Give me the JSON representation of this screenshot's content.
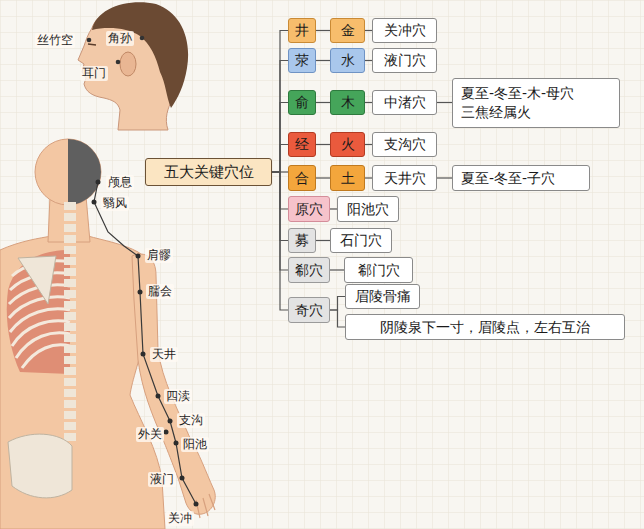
{
  "diagram": {
    "nodes": [
      {
        "text": [
          "五大关键穴位"
        ]
      },
      {
        "text": [
          "井"
        ]
      },
      {
        "text": [
          "金"
        ]
      },
      {
        "text": [
          "关冲穴"
        ]
      },
      {
        "text": [
          "荥"
        ]
      },
      {
        "text": [
          "水"
        ]
      },
      {
        "text": [
          "液门穴"
        ]
      },
      {
        "text": [
          "俞"
        ]
      },
      {
        "text": [
          "木"
        ]
      },
      {
        "text": [
          "中渚穴"
        ]
      },
      {
        "text": [
          "夏至-冬至-木-母穴",
          "三焦经属火"
        ]
      },
      {
        "text": [
          "经"
        ]
      },
      {
        "text": [
          "火"
        ]
      },
      {
        "text": [
          "支沟穴"
        ]
      },
      {
        "text": [
          "合"
        ]
      },
      {
        "text": [
          "土"
        ]
      },
      {
        "text": [
          "天井穴"
        ]
      },
      {
        "text": [
          "夏至-冬至-子穴"
        ]
      },
      {
        "text": [
          "原穴"
        ]
      },
      {
        "text": [
          "阳池穴"
        ]
      },
      {
        "text": [
          "募"
        ]
      },
      {
        "text": [
          "石门穴"
        ]
      },
      {
        "text": [
          "郗穴"
        ]
      },
      {
        "text": [
          "郗门穴"
        ]
      },
      {
        "text": [
          "奇穴"
        ]
      },
      {
        "text": [
          "眉陵骨痛"
        ]
      },
      {
        "text": [
          "阴陵泉下一寸，眉陵点，左右互治"
        ]
      }
    ],
    "edges": [
      {
        "from": 0,
        "to": 1,
        "arrow": "none"
      },
      {
        "from": 0,
        "to": 4,
        "arrow": "none"
      },
      {
        "from": 0,
        "to": 7,
        "arrow": "none"
      },
      {
        "from": 0,
        "to": 11,
        "arrow": "none"
      },
      {
        "from": 0,
        "to": 14,
        "arrow": "none"
      },
      {
        "from": 0,
        "to": 18,
        "arrow": "none"
      },
      {
        "from": 0,
        "to": 20,
        "arrow": "none"
      },
      {
        "from": 0,
        "to": 22,
        "arrow": "none"
      },
      {
        "from": 0,
        "to": 24,
        "arrow": "none"
      },
      {
        "from": 1,
        "to": 2,
        "arrow": "none"
      },
      {
        "from": 2,
        "to": 3,
        "arrow": "none"
      },
      {
        "from": 4,
        "to": 5,
        "arrow": "none"
      },
      {
        "from": 5,
        "to": 6,
        "arrow": "none"
      },
      {
        "from": 7,
        "to": 8,
        "arrow": "none"
      },
      {
        "from": 8,
        "to": 9,
        "arrow": "none"
      },
      {
        "from": 9,
        "to": 10,
        "arrow": "none"
      },
      {
        "from": 11,
        "to": 12,
        "arrow": "none"
      },
      {
        "from": 12,
        "to": 13,
        "arrow": "none"
      },
      {
        "from": 14,
        "to": 15,
        "arrow": "none"
      },
      {
        "from": 15,
        "to": 16,
        "arrow": "none"
      },
      {
        "from": 16,
        "to": 17,
        "arrow": "none"
      },
      {
        "from": 18,
        "to": 19,
        "arrow": "none"
      },
      {
        "from": 20,
        "to": 21,
        "arrow": "none"
      },
      {
        "from": 22,
        "to": 23,
        "arrow": "none"
      },
      {
        "from": 24,
        "to": 25,
        "arrow": "none"
      },
      {
        "from": 24,
        "to": 26,
        "arrow": "none"
      }
    ],
    "labels": [
      "丝竹空",
      "角孙",
      "耳门",
      "颅息",
      "翳风",
      "肩髎",
      "臑会",
      "天井",
      "四渎",
      "支沟",
      "外关",
      "阳池",
      "液门",
      "关冲"
    ]
  }
}
